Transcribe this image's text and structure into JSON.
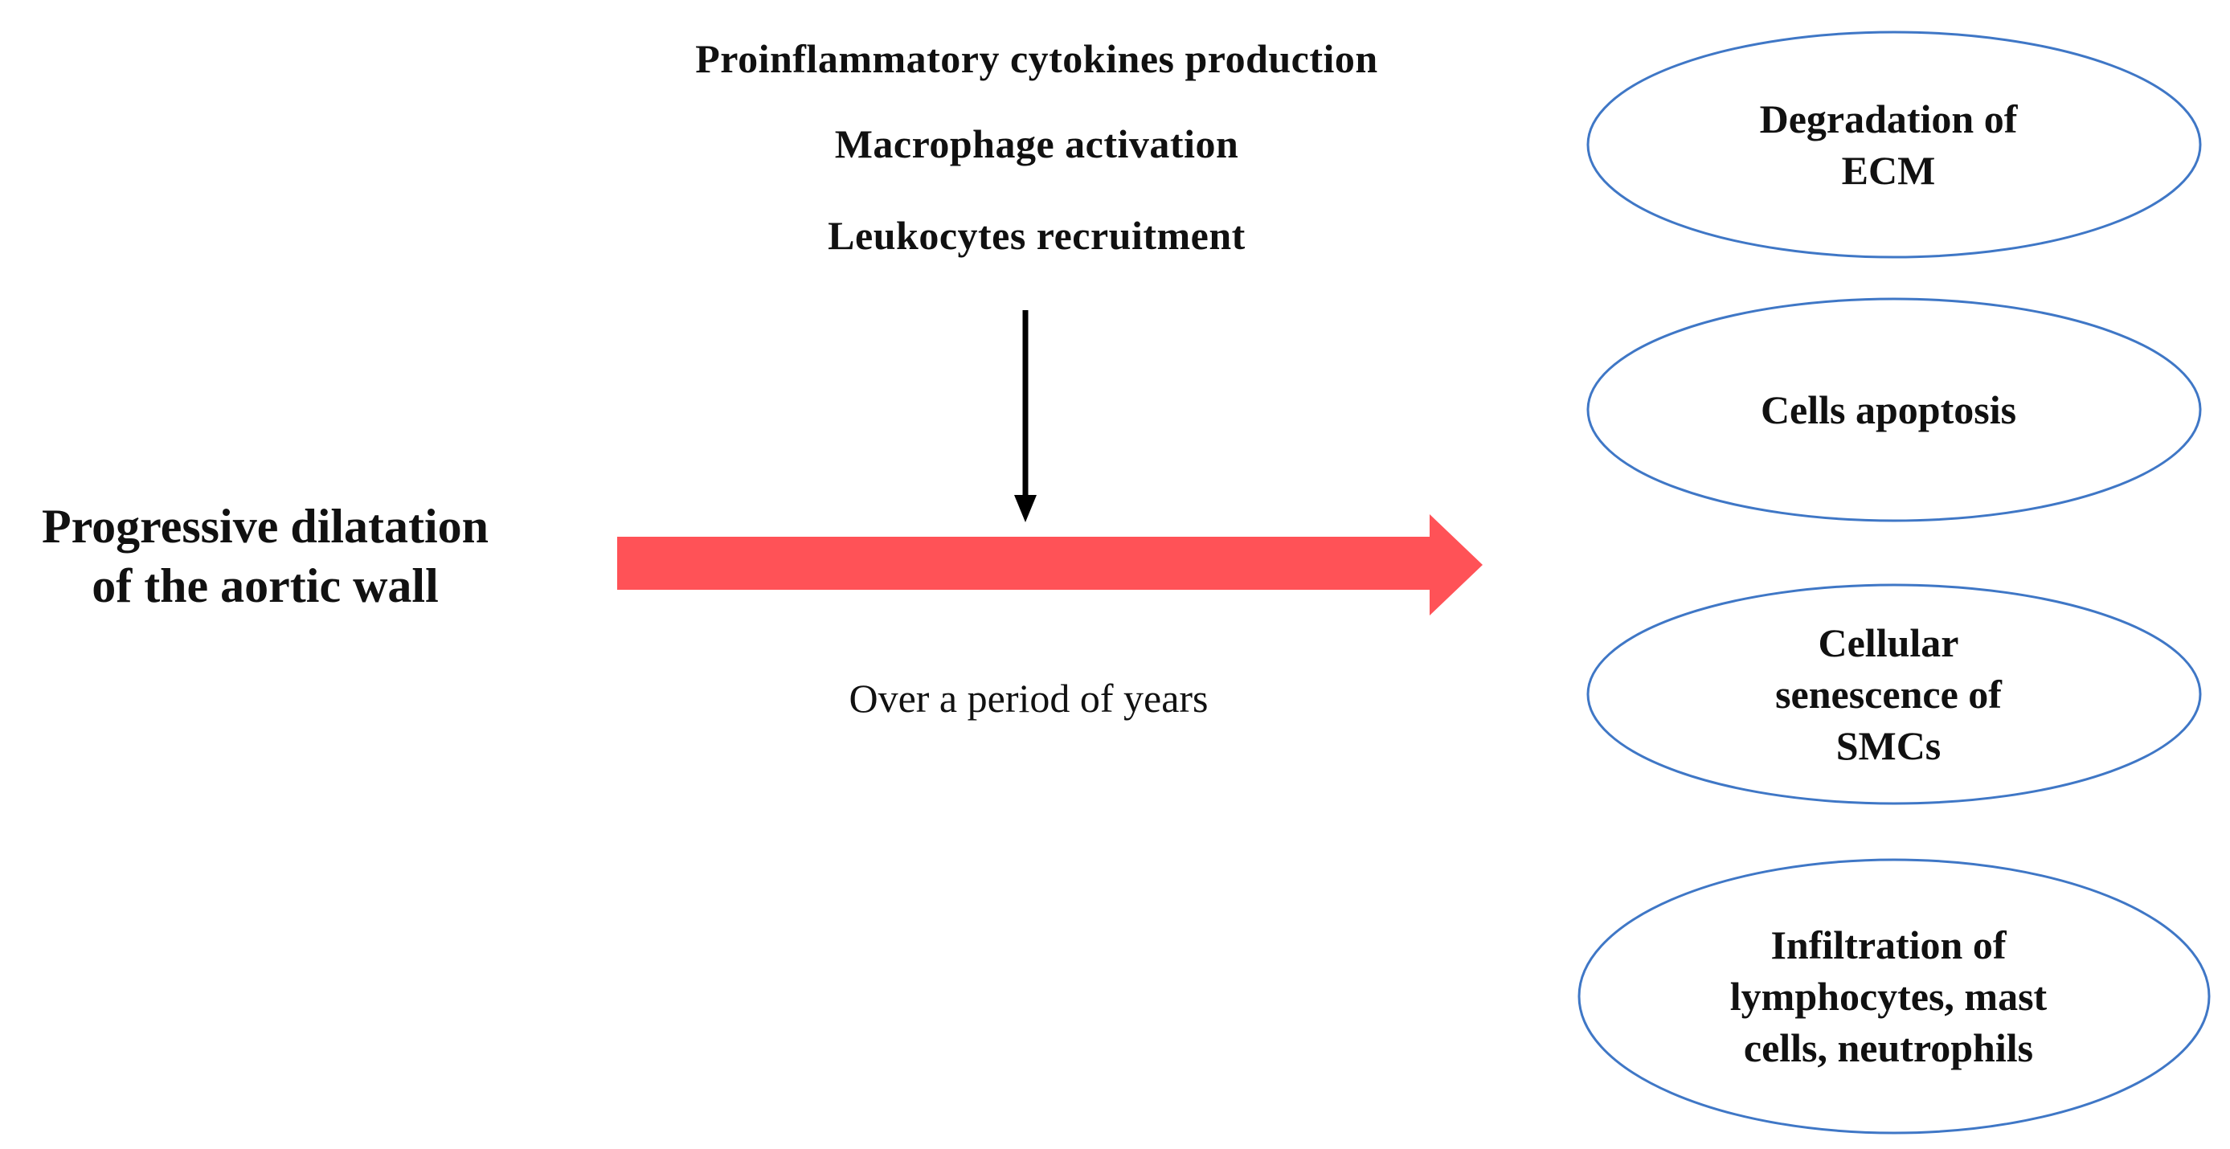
{
  "mediators": [
    "Proinflammatory cytokines production",
    "Macrophage activation",
    "Leukocytes recruitment"
  ],
  "main_process": "Progressive dilatation\nof the aortic wall",
  "timescale": "Over a period of years",
  "outcomes": [
    "Degradation of\nECM",
    "Cells apoptosis",
    "Cellular\nsenescence of\nSMCs",
    "Infiltration of\nlymphocytes, mast\ncells, neutrophils"
  ],
  "colors": {
    "main_arrow": "#ff5257",
    "mediator_arrow": "#000000",
    "oval_stroke": "#3f77c6",
    "text": "#111111"
  }
}
